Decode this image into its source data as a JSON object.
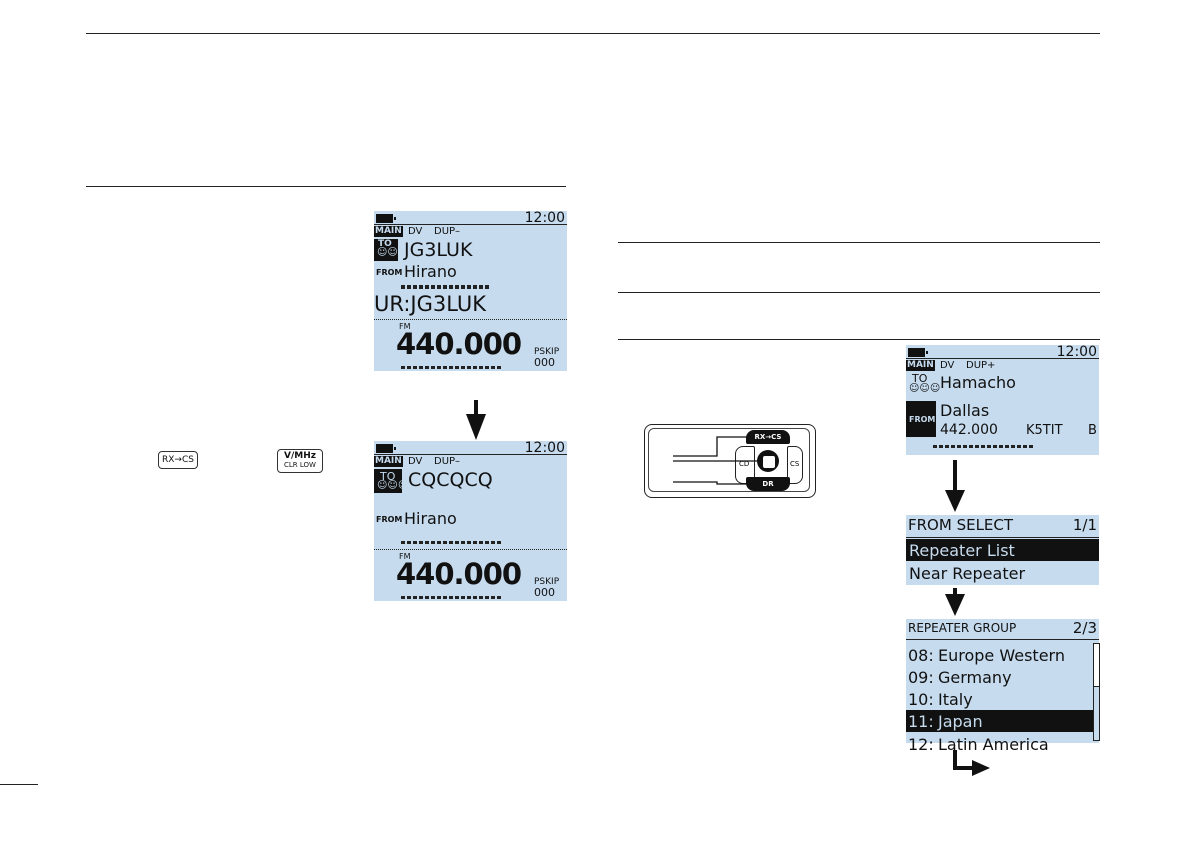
{
  "screen1": {
    "clock": "12:00",
    "main": "MAIN",
    "mode": "DV",
    "dup": "DUP–",
    "to_tag": "TO",
    "to_value": "JG3LUK",
    "from_tag": "FROM",
    "from_value": "Hirano",
    "ur_line": "UR:JG3LUK",
    "band": "FM",
    "freq": "440.000",
    "pskip": "PSKIP",
    "pskip_num": "000"
  },
  "screen2": {
    "clock": "12:00",
    "main": "MAIN",
    "mode": "DV",
    "dup": "DUP–",
    "to_tag": "TO",
    "to_value": "CQCQCQ",
    "from_tag": "FROM",
    "from_value": "Hirano",
    "band": "FM",
    "freq": "440.000",
    "pskip": "PSKIP",
    "pskip_num": "000"
  },
  "keys": {
    "rxcs": "RX→CS",
    "vmhz_top": "V/MHz",
    "vmhz_bottom": "CLR LOW"
  },
  "screen3": {
    "clock": "12:00",
    "main": "MAIN",
    "mode": "DV",
    "dup": "DUP+",
    "to_tag": "TO",
    "to_value": "Hamacho",
    "from_tag": "FROM",
    "from_value": "Dallas",
    "freq": "442.000",
    "callsign": "K5TIT",
    "module": "B"
  },
  "device_keys": {
    "rxcs": "RX→CS",
    "dr": "DR",
    "cd": "CD",
    "cs": "CS"
  },
  "from_select": {
    "title": "FROM SELECT",
    "page": "1/1",
    "items": [
      "Repeater List",
      "Near Repeater"
    ]
  },
  "repeater_group": {
    "title": "REPEATER GROUP",
    "page": "2/3",
    "items": [
      {
        "num": "08:",
        "name": "Europe Western"
      },
      {
        "num": "09:",
        "name": "Germany"
      },
      {
        "num": "10:",
        "name": "Italy"
      },
      {
        "num": "11:",
        "name": "Japan"
      },
      {
        "num": "12:",
        "name": "Latin America"
      }
    ]
  }
}
